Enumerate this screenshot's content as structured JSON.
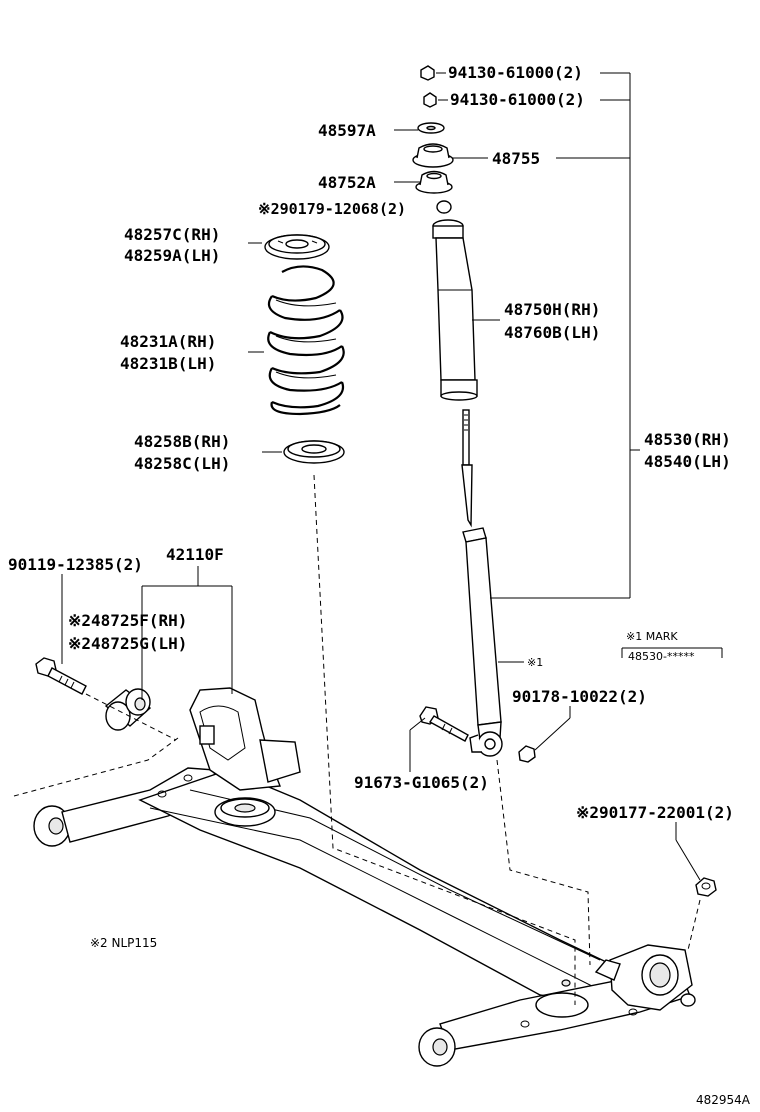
{
  "labels": {
    "nut1": "94130-61000(2)",
    "nut2": "94130-61000(2)",
    "washer": "48597A",
    "support": "48755",
    "bracket": "48752A",
    "nut3": "※290179-12068(2)",
    "upper_seat_rh": "48257C(RH)",
    "upper_seat_lh": "48259A(LH)",
    "spring_rh": "48231A(RH)",
    "spring_lh": "48231B(LH)",
    "lower_seat_rh": "48258B(RH)",
    "lower_seat_lh": "48258C(LH)",
    "boot_rh": "48750H(RH)",
    "boot_lh": "48760B(LH)",
    "absorber_rh": "48530(RH)",
    "absorber_lh": "48540(LH)",
    "axle_bolt": "90119-12385(2)",
    "beam": "42110F",
    "bush_rh": "※248725F(RH)",
    "bush_lh": "※248725G(LH)",
    "mark_title": "※1 MARK",
    "mark_code": "48530-*****",
    "mark_ref": "※1",
    "lower_nut": "90178-10022(2)",
    "lower_bolt": "91673-G1065(2)",
    "hub_nut": "※290177-22001(2)",
    "note": "※2 NLP115",
    "diagram_id": "482954A"
  }
}
